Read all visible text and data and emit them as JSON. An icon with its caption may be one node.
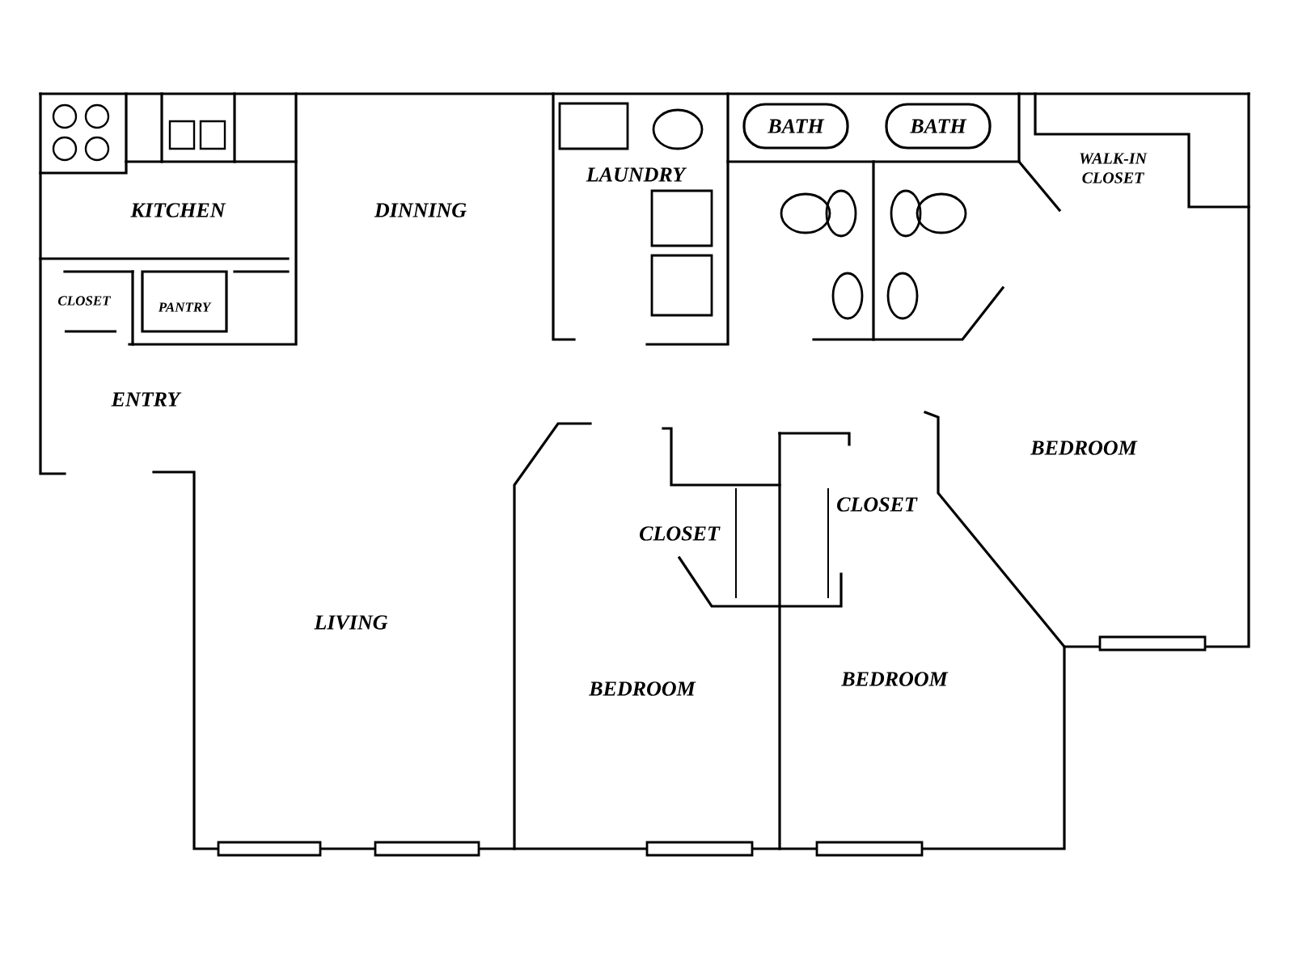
{
  "diagram": {
    "nodes": [
      {
        "text": [
          "BATH"
        ]
      },
      {
        "text": [
          "BATH"
        ]
      }
    ],
    "labels": [
      "KITCHEN",
      "DINNING",
      "LAUNDRY",
      "WALK-IN CLOSET",
      "CLOSET",
      "PANTRY",
      "ENTRY",
      "BEDROOM",
      "CLOSET",
      "CLOSET",
      "LIVING",
      "BEDROOM",
      "BEDROOM"
    ]
  }
}
